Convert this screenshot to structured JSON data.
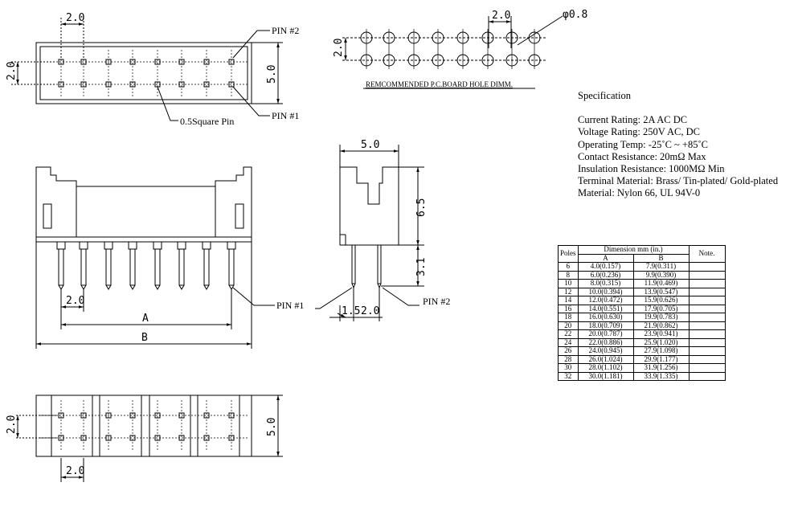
{
  "labels": {
    "pitch": "2.0",
    "height": "5.0",
    "hole_dia": "φ0.8",
    "pin2": "PIN #2",
    "pin1": "PIN #1",
    "square_pin": "0.5Square Pin",
    "pcb_caption": "REMCOMMENDED P.C.BOARD HOLE DIMM.",
    "dim_a": "A",
    "dim_b": "B",
    "side_width": "5.0",
    "side_height": "6.5",
    "pin_len": "3.1",
    "offset1": "1.5",
    "offset2": "2.0"
  },
  "spec": {
    "title": "Specification",
    "lines": [
      "Current Rating: 2A AC DC",
      "Voltage Rating: 250V AC, DC",
      "Operating Temp: -25˚C ~ +85˚C",
      "Contact Resistance: 20mΩ  Max",
      "Insulation Resistance: 1000MΩ  Min",
      "Terminal Material: Brass/ Tin-plated/ Gold-plated",
      "Material: Nylon 66, UL 94V-0"
    ]
  },
  "table": {
    "poles": "Poles",
    "dimension": "Dimension mm (in.)",
    "col_a": "A",
    "col_b": "B",
    "note": "Note.",
    "rows": [
      [
        "6",
        "4.0(0.157)",
        "7.9(0.311)"
      ],
      [
        "8",
        "6.0(0.236)",
        "9.9(0.390)"
      ],
      [
        "10",
        "8.0(0.315)",
        "11.9(0.469)"
      ],
      [
        "12",
        "10.0(0.394)",
        "13.9(0.547)"
      ],
      [
        "14",
        "12.0(0.472)",
        "15.9(0.626)"
      ],
      [
        "16",
        "14.0(0.551)",
        "17.9(0.705)"
      ],
      [
        "18",
        "16.0(0.630)",
        "19.9(0.783)"
      ],
      [
        "20",
        "18.0(0.709)",
        "21.9(0.862)"
      ],
      [
        "22",
        "20.0(0.787)",
        "23.9(0.941)"
      ],
      [
        "24",
        "22.0(0.886)",
        "25.9(1.020)"
      ],
      [
        "26",
        "24.0(0.945)",
        "27.9(1.098)"
      ],
      [
        "28",
        "26.0(1.024)",
        "29.9(1.177)"
      ],
      [
        "30",
        "28.0(1.102)",
        "31.9(1.256)"
      ],
      [
        "32",
        "30.0(1.181)",
        "33.9(1.335)"
      ]
    ]
  }
}
